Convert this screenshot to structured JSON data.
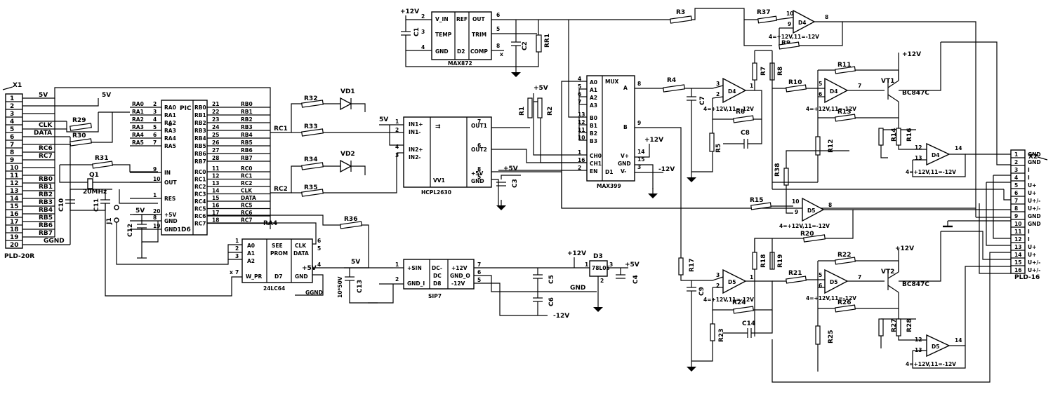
{
  "connectors": {
    "x1": {
      "ref": "X1",
      "part": "PLD-20R",
      "pins": [
        "1",
        "2",
        "3",
        "4",
        "5",
        "6",
        "7",
        "8",
        "9",
        "10",
        "11",
        "12",
        "13",
        "14",
        "15",
        "16",
        "17",
        "18",
        "19",
        "20"
      ]
    },
    "x2": {
      "ref": "X2",
      "part": "PLD-16",
      "pins": [
        "1",
        "2",
        "3",
        "4",
        "5",
        "6",
        "7",
        "8",
        "9",
        "10",
        "11",
        "12",
        "13",
        "14",
        "15",
        "16"
      ],
      "signals": [
        "GND",
        "GND",
        "I",
        "I",
        "U+",
        "U+",
        "U+/-",
        "U+/-",
        "GND",
        "GND",
        "I",
        "I",
        "U+",
        "U+",
        "U+/-",
        "U+/-"
      ]
    }
  },
  "x1_nets": [
    "5V",
    "CLK",
    "DATA",
    "RC6",
    "RC7",
    "RB0",
    "RB1",
    "RB2",
    "RB3",
    "RB4",
    "RB5",
    "RB6",
    "RB7",
    "GGND"
  ],
  "chips": {
    "d6": {
      "ref": "D6",
      "type": "PIC",
      "left": [
        "RA0",
        "RA1",
        "RA2",
        "RA3",
        "RA4",
        "RA5",
        "IN",
        "OUT",
        "RES",
        "+5V",
        "GND",
        "GND1"
      ],
      "right": [
        "RB0",
        "RB1",
        "RB2",
        "RB3",
        "RB4",
        "RB5",
        "RB6",
        "RB7",
        "RC0",
        "RC1",
        "RC2",
        "RC3",
        "RC4",
        "RC5",
        "RC6",
        "RC7"
      ],
      "left_pins": [
        "2",
        "3",
        "4",
        "5",
        "6",
        "7",
        "9",
        "10",
        "1",
        "20",
        "8",
        "19"
      ],
      "right_pins": [
        "21",
        "22",
        "23",
        "24",
        "25",
        "26",
        "27",
        "28",
        "11",
        "12",
        "13",
        "14",
        "15",
        "16",
        "17",
        "18"
      ],
      "left_nets": [
        "RA0",
        "RA1",
        "RA2",
        "RA3",
        "RA4",
        "RA5"
      ],
      "right_nets": [
        "RB0",
        "RB1",
        "RB2",
        "RB3",
        "RB4",
        "RB5",
        "RB6",
        "RB7",
        "RC0",
        "RC1",
        "RC2",
        "CLK",
        "DATA",
        "RC5",
        "RC6",
        "RC7"
      ]
    },
    "d2": {
      "ref": "D2",
      "part": "MAX872",
      "pins": [
        "V_IN",
        "TEMP",
        "GND",
        "REF",
        "OUT",
        "TRIM",
        "COMP"
      ],
      "nums": [
        "2",
        "3",
        "4",
        "6",
        "5",
        "8"
      ]
    },
    "d1": {
      "ref": "D1",
      "part": "MAX399",
      "type": "MUX",
      "left": [
        "A0",
        "A1",
        "A2",
        "A3",
        "B0",
        "B1",
        "B2",
        "B3",
        "CH0",
        "CH1",
        "EN"
      ],
      "left_pins": [
        "4",
        "5",
        "6",
        "7",
        "13",
        "12",
        "11",
        "10",
        "1",
        "16",
        "2"
      ],
      "right": [
        "A",
        "B",
        "V+",
        "GND",
        "V-"
      ],
      "right_pins": [
        "8",
        "9",
        "14",
        "15",
        "3"
      ]
    },
    "vv1": {
      "ref": "VV1",
      "part": "HCPL2630",
      "pins": [
        "IN1+",
        "IN1-",
        "IN2+",
        "IN2-",
        "OUT1",
        "OUT2",
        "+5V",
        "GND"
      ],
      "nums": [
        "1",
        "2",
        "4",
        "3",
        "7",
        "6",
        "8",
        "5"
      ]
    },
    "d7": {
      "ref": "D7",
      "part": "24LC64",
      "pins": [
        "A0",
        "A1",
        "A2",
        "W_PR",
        "SEE",
        "PROM",
        "CLK",
        "DATA",
        "GND"
      ],
      "nums": [
        "1",
        "2",
        "3",
        "7",
        "6",
        "5",
        "4"
      ]
    },
    "sip7": {
      "ref": "SIP7",
      "pins": [
        "+SIN",
        "GND_I",
        "DC-",
        "DC",
        "D8",
        "+12V",
        "GND_O",
        "-12V"
      ],
      "nums": [
        "1",
        "2",
        "7",
        "6",
        "5"
      ]
    },
    "d3": {
      "ref": "D3",
      "part": "78L05",
      "nums": [
        "1",
        "2",
        "3"
      ]
    }
  },
  "resistors": [
    "R3",
    "R37",
    "R9",
    "R7",
    "R8",
    "R4",
    "R6",
    "R5",
    "R10",
    "R11",
    "R13",
    "R12",
    "R14",
    "R16",
    "R38",
    "R15",
    "R20",
    "R17",
    "R18",
    "R19",
    "R21",
    "R22",
    "R24",
    "R26",
    "R23",
    "R25",
    "R27",
    "R28",
    "R29",
    "R30",
    "R31",
    "R32",
    "R33",
    "R34",
    "R35",
    "R36",
    "R1",
    "R2",
    "RR1"
  ],
  "capacitors": [
    "C1",
    "C2",
    "C3",
    "C4",
    "C5",
    "C6",
    "C7",
    "C8",
    "C9",
    "C10",
    "C11",
    "C12",
    "C13",
    "C14"
  ],
  "opamps": [
    {
      "ref": "D4",
      "pins": [
        "10",
        "9",
        "8"
      ]
    },
    {
      "ref": "D4",
      "pins": [
        "3",
        "2",
        "1"
      ]
    },
    {
      "ref": "D4",
      "pins": [
        "5",
        "6",
        "7"
      ]
    },
    {
      "ref": "D4",
      "pins": [
        "12",
        "13",
        "14"
      ]
    },
    {
      "ref": "D5",
      "pins": [
        "10",
        "9",
        "8"
      ]
    },
    {
      "ref": "D5",
      "pins": [
        "3",
        "2",
        "1"
      ]
    },
    {
      "ref": "D5",
      "pins": [
        "5",
        "6",
        "7"
      ]
    },
    {
      "ref": "D5",
      "pins": [
        "12",
        "13",
        "14"
      ]
    }
  ],
  "supply_note": "4=+12V,11=-12V",
  "transistors": [
    {
      "ref": "VT1",
      "part": "BC847C"
    },
    {
      "ref": "VT2",
      "part": "BC847C"
    }
  ],
  "leds": [
    "VD1",
    "VD2"
  ],
  "crystal": {
    "ref": "Q1",
    "freq": "20MHz"
  },
  "jumper": {
    "ref": "J1"
  },
  "cap_13": "10*50V",
  "rails": {
    "p12": "+12V",
    "m12": "-12V",
    "p5": "+5V",
    "v5": "5V",
    "gnd": "GND",
    "ggnd": "GGND"
  },
  "nets": {
    "rc1": "RC1",
    "rc2": "RC2",
    "ra4": "RA4",
    "x": "x"
  }
}
